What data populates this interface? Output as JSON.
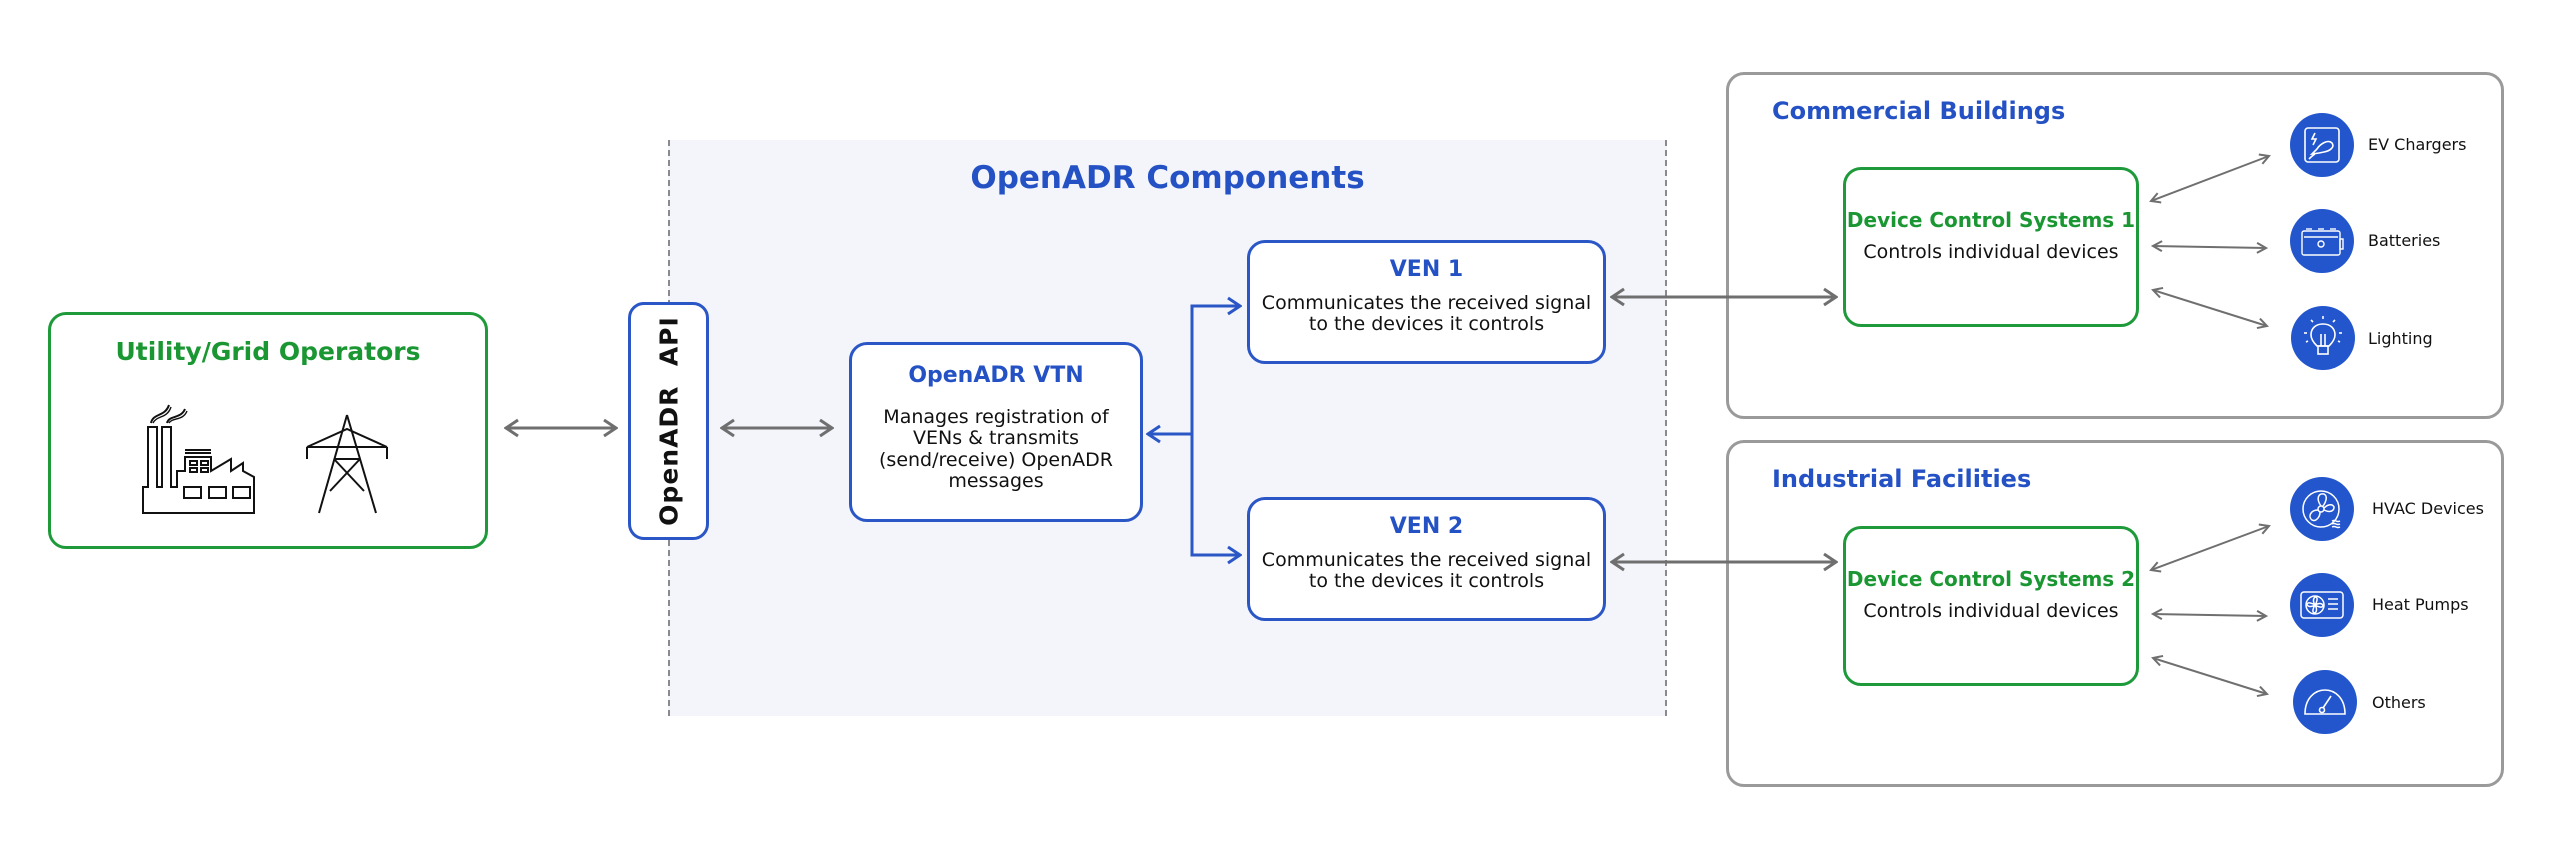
{
  "utility": {
    "title": "Utility/Grid Operators",
    "icons": [
      "factory-icon",
      "transmission-tower-icon"
    ]
  },
  "api": {
    "label": "OpenADR  API"
  },
  "components": {
    "title": "OpenADR Components",
    "vtn": {
      "title": "OpenADR VTN",
      "description": "Manages registration of VENs & transmits (send/receive) OpenADR messages"
    },
    "vens": [
      {
        "title": "VEN 1",
        "description": "Communicates the received signal to the devices it controls"
      },
      {
        "title": "VEN 2",
        "description": "Communicates the received signal to the devices it controls"
      }
    ]
  },
  "groups": [
    {
      "title": "Commercial Buildings",
      "dcs": {
        "title": "Device Control Systems 1",
        "description": "Controls individual devices"
      },
      "devices": [
        {
          "label": "EV Chargers",
          "icon": "ev-charger-icon"
        },
        {
          "label": "Batteries",
          "icon": "battery-icon"
        },
        {
          "label": "Lighting",
          "icon": "light-bulb-icon"
        }
      ]
    },
    {
      "title": "Industrial Facilities",
      "dcs": {
        "title": "Device Control Systems 2",
        "description": "Controls individual devices"
      },
      "devices": [
        {
          "label": "HVAC Devices",
          "icon": "hvac-fan-icon"
        },
        {
          "label": "Heat Pumps",
          "icon": "heat-pump-icon"
        },
        {
          "label": "Others",
          "icon": "gauge-icon"
        }
      ]
    }
  ],
  "colors": {
    "green": "#1e9a3a",
    "blue": "#2a56c6",
    "icon_blue": "#2356cc",
    "gray_arrow": "#6f6f6f",
    "panel_bg": "#f3f5fb"
  }
}
